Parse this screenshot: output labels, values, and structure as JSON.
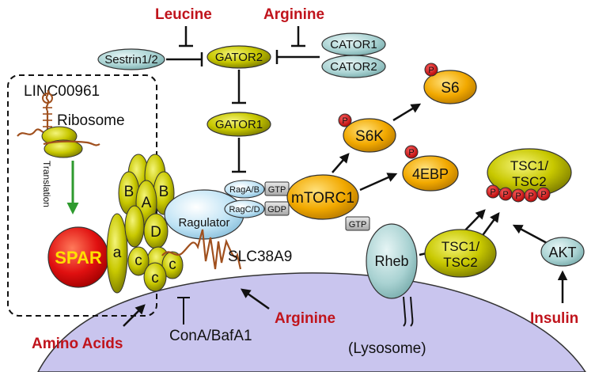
{
  "colors": {
    "regulator_red": "#c0141c",
    "olive": "#b8b800",
    "olive_dark": "#7a7a00",
    "teal": "#9ec9c9",
    "orange": "#f0a500",
    "light_blue": "#b9e0f2",
    "lysosome": "#c9c5ee",
    "spar_red": "#e01010",
    "arrow_green": "#2e9a2e",
    "rna_brown": "#a0501e"
  },
  "labels": {
    "leucine": "Leucine",
    "arginine_top": "Arginine",
    "sestrin": "Sestrin1/2",
    "gator2": "GATOR2",
    "cator1": "CATOR1",
    "cator2": "CATOR2",
    "gator1": "GATOR1",
    "linc": "LINC00961",
    "ribosome": "Ribosome",
    "translation": "Translation",
    "spar": "SPAR",
    "vatpase_B1": "B",
    "vatpase_B2": "B",
    "vatpase_A": "A",
    "vatpase_D": "D",
    "vatpase_a": "a",
    "vatpase_c1": "c",
    "vatpase_c2": "c",
    "vatpase_c3": "c",
    "ragulator": "Ragulator",
    "ragab": "RagA/B",
    "ragcd": "RagC/D",
    "gtp1": "GTP",
    "gdp": "GDP",
    "mtorc1": "mTORC1",
    "gtp2": "GTP",
    "s6k": "S6K",
    "s6": "S6",
    "ebp": "4EBP",
    "p": "P",
    "tsc_top_l1": "TSC1/",
    "tsc_top_l2": "TSC2",
    "tsc_mid_l1": "TSC1/",
    "tsc_mid_l2": "TSC2",
    "rheb": "Rheb",
    "akt": "AKT",
    "insulin": "Insulin",
    "slc": "SLC38A9",
    "arginine_bottom": "Arginine",
    "amino_acids": "Amino Acids",
    "cona": "ConA/BafA1",
    "lysosome": "(Lysosome)"
  }
}
